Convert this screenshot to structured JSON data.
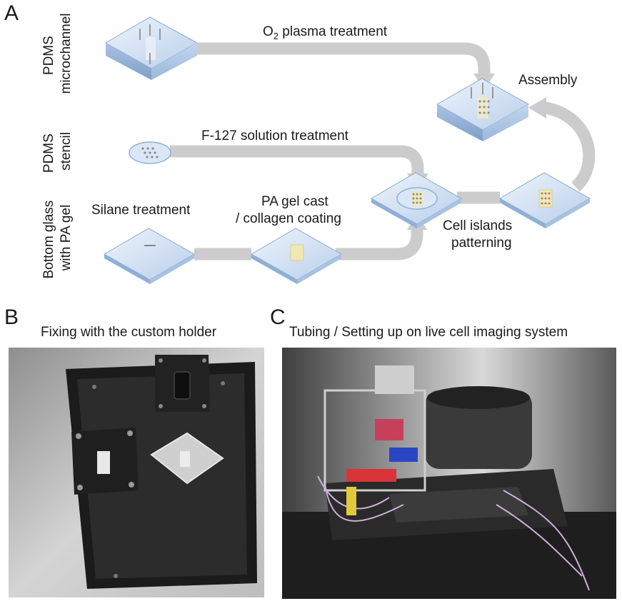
{
  "panels": {
    "a": {
      "letter": "A"
    },
    "b": {
      "letter": "B",
      "title": "Fixing with the custom holder"
    },
    "c": {
      "letter": "C",
      "title": "Tubing / Setting up on live cell imaging system"
    }
  },
  "rows": {
    "microchannel": [
      "PDMS",
      "microchannel"
    ],
    "stencil": [
      "PDMS",
      "stencil"
    ],
    "glass": [
      "Bottom glass",
      "with PA gel"
    ]
  },
  "steps": {
    "o2_main": "O",
    "o2_sub": "2",
    "o2_rest": " plasma treatment",
    "assembly": "Assembly",
    "f127": "F-127 solution treatment",
    "silane": "Silane treatment",
    "pagel_line1": "PA gel cast",
    "pagel_line2": "/ collagen coating",
    "cell_line1": "Cell islands",
    "cell_line2": "patterning"
  },
  "colors": {
    "arrow": "#cfcfcf",
    "slab_top": "#d7e6f7",
    "slab_side": "#8fb0d6",
    "gel": "#f1ecc0"
  }
}
